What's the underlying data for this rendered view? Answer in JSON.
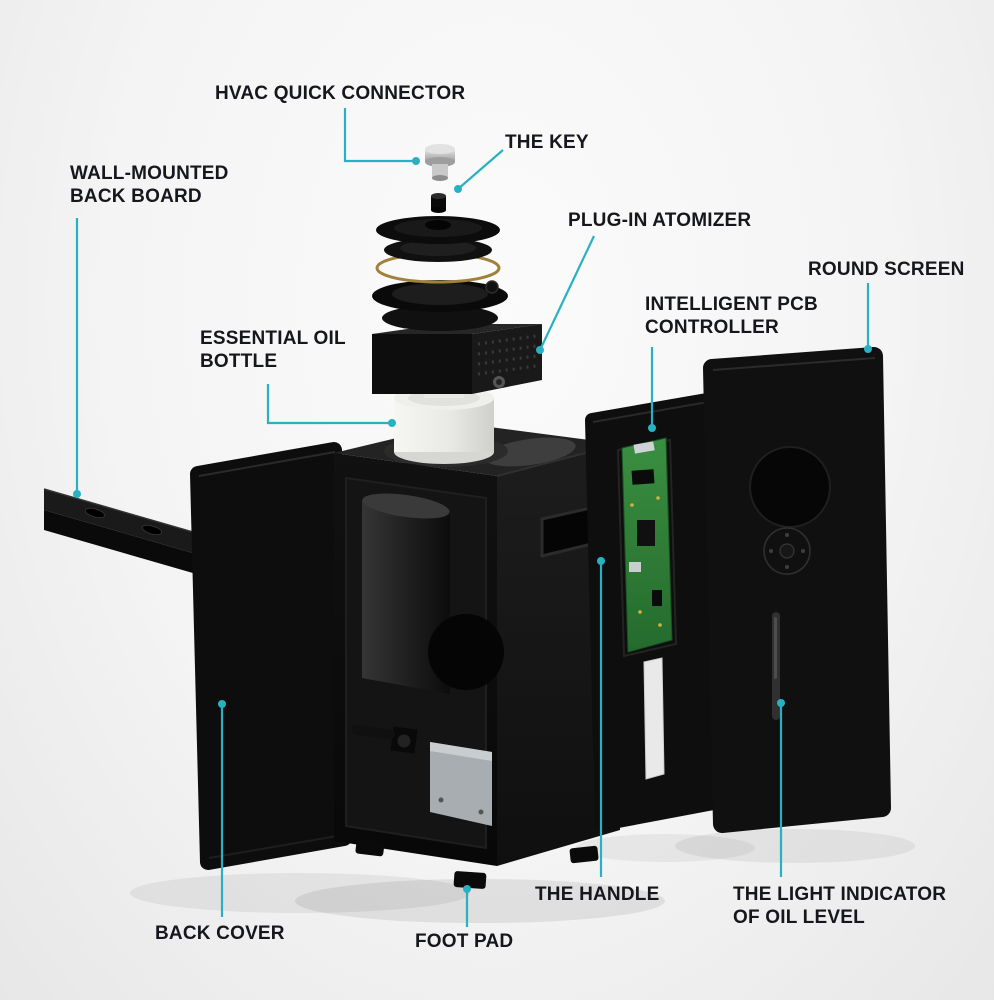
{
  "colors": {
    "callout_line": "#29b1c2",
    "label_text": "#16171c",
    "background": "#f4f4f4",
    "gold_ring": "#a0813a",
    "pcb_green": "#2f7d3a",
    "bottle_white": "#efefec",
    "device_black": "#0d0d0d"
  },
  "labels": {
    "hvac_connector": "HVAC QUICK CONNECTOR",
    "the_key": "THE KEY",
    "wall_mounted_back_board": "WALL-MOUNTED BACK BOARD",
    "plug_in_atomizer": "PLUG-IN ATOMIZER",
    "round_screen": "ROUND SCREEN",
    "intelligent_pcb_controller": "INTELLIGENT PCB CONTROLLER",
    "essential_oil_bottle": "ESSENTIAL OIL BOTTLE",
    "the_handle": "THE HANDLE",
    "light_indicator_oil_level": "THE LIGHT INDICATOR OF OIL LEVEL",
    "back_cover": "BACK COVER",
    "foot_pad": "FOOT PAD"
  }
}
